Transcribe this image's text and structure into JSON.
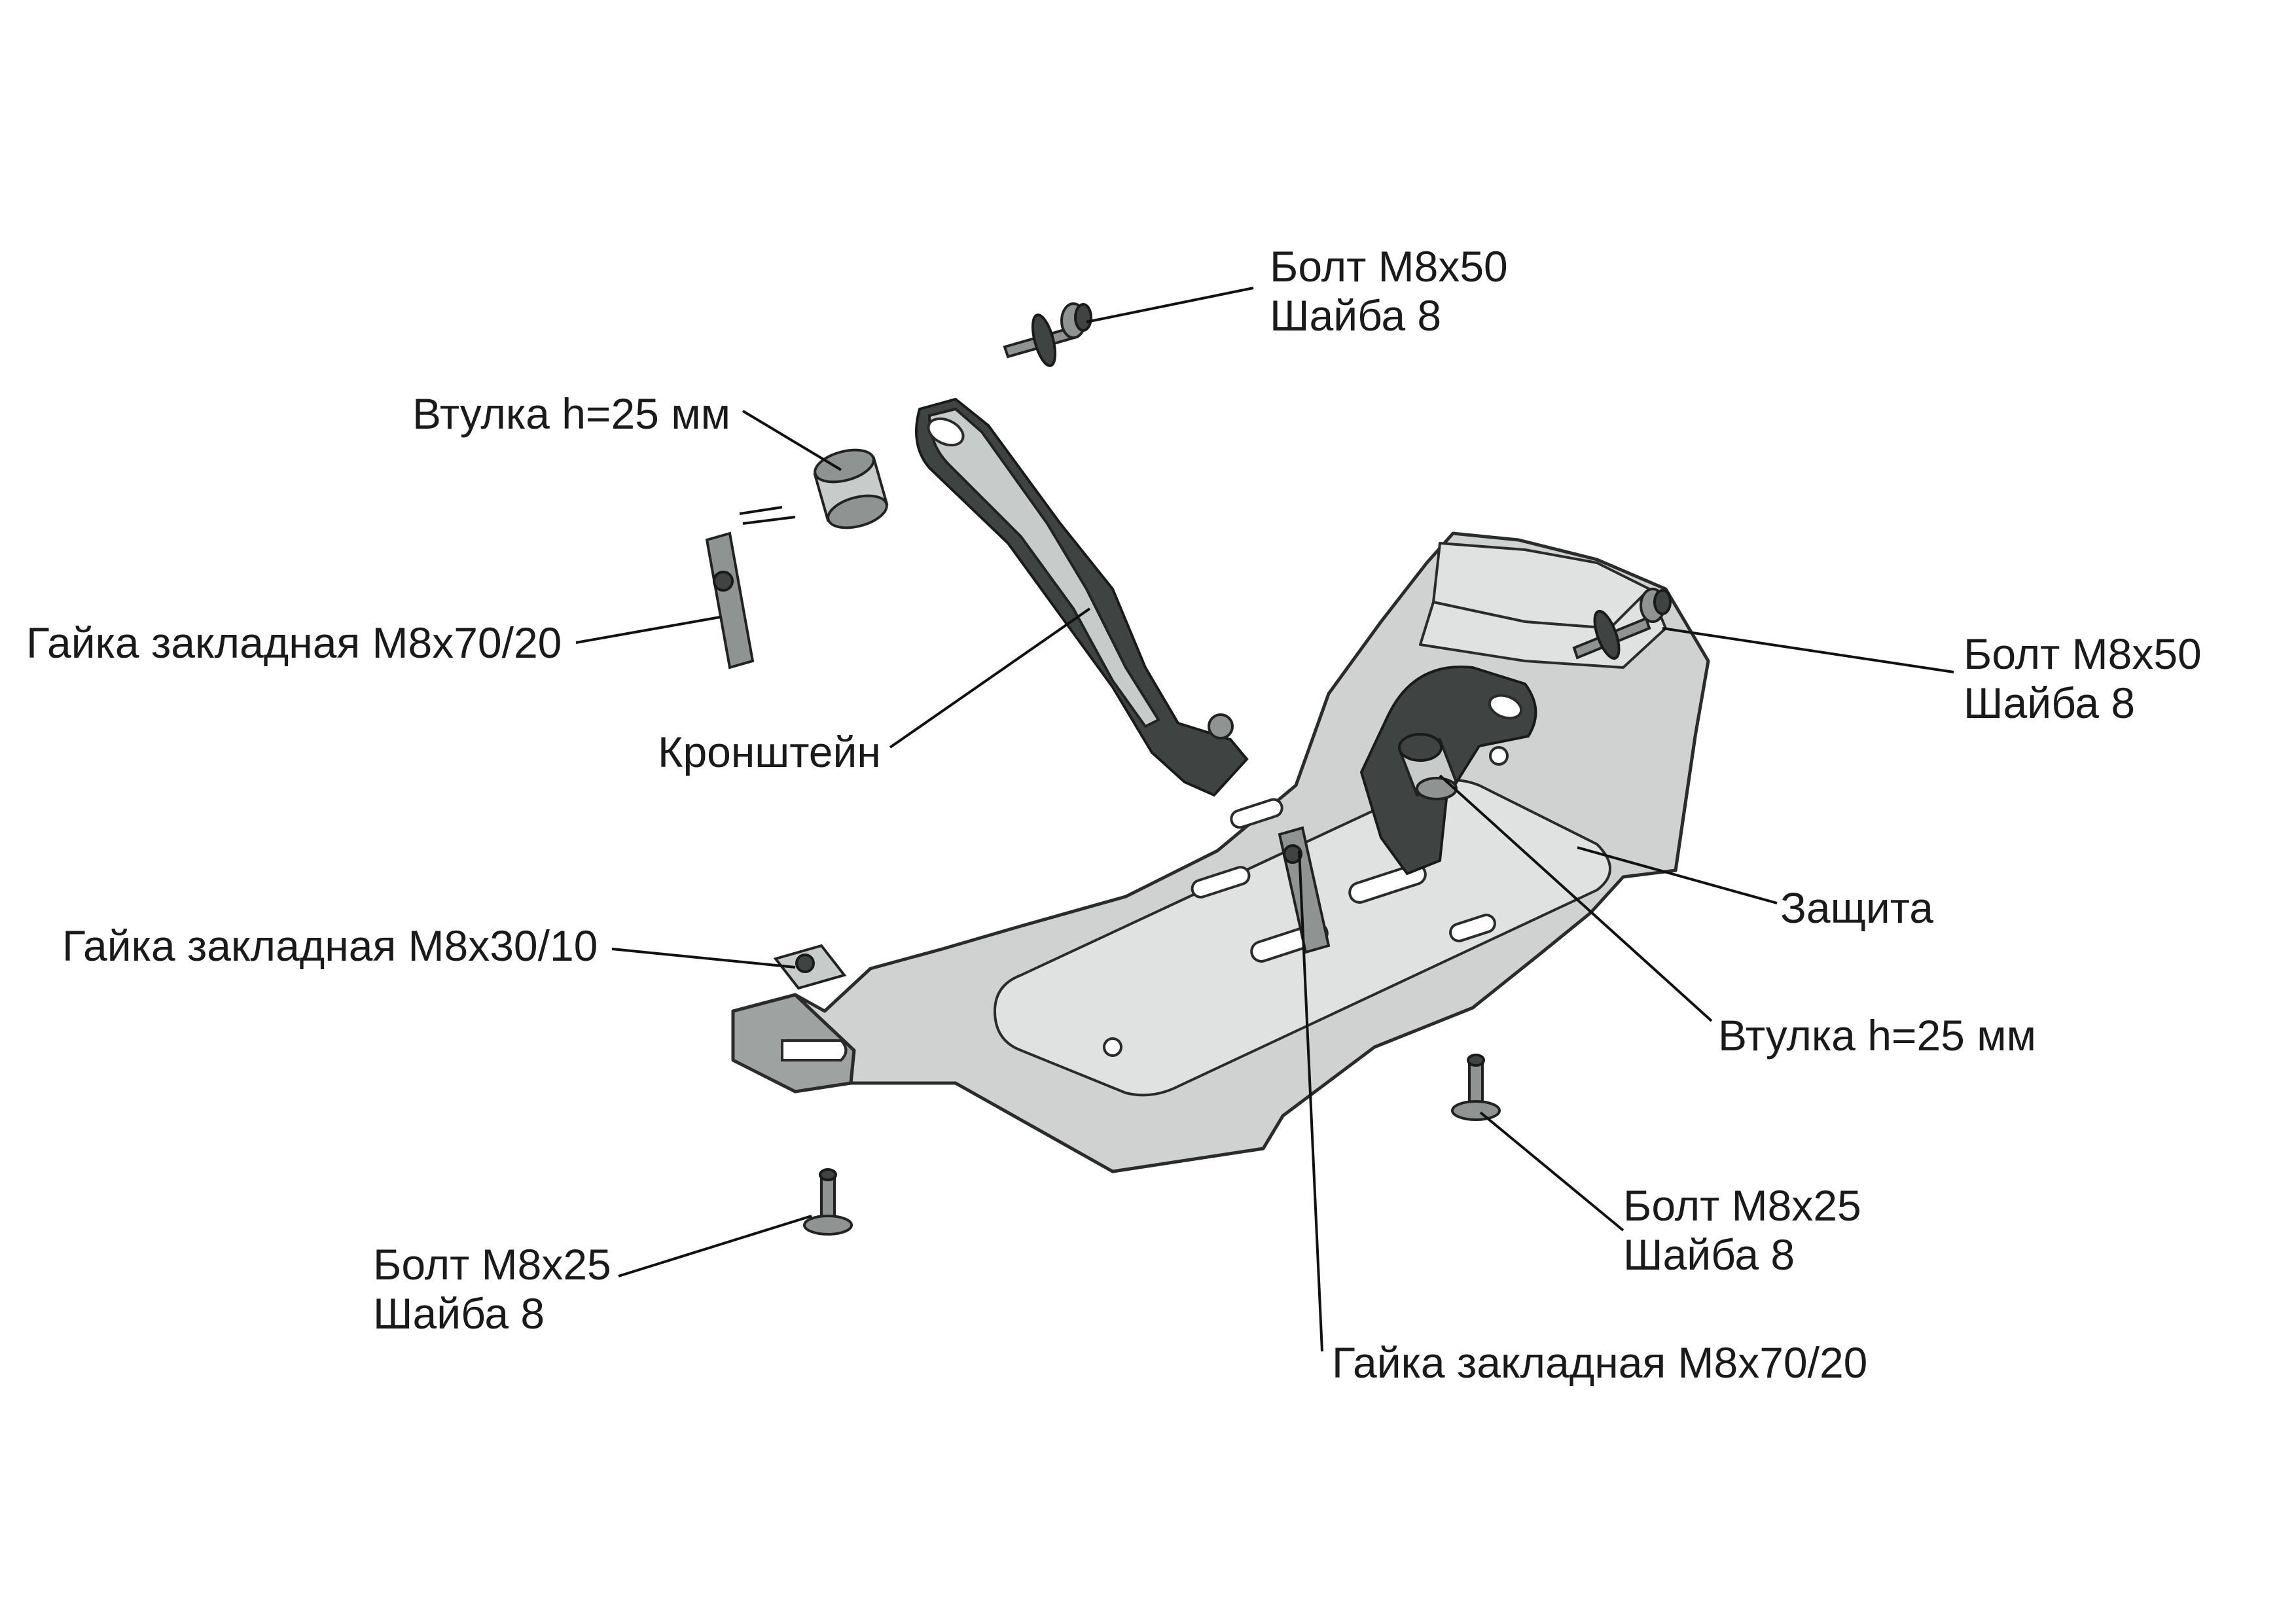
{
  "labels": {
    "bolt_top": [
      "Болт М8х50",
      "Шайба 8"
    ],
    "bushing_left": "Втулка h=25 мм",
    "nut_left_long": "Гайка закладная М8х70/20",
    "bracket": "Кронштейн",
    "bolt_right": [
      "Болт М8х50",
      "Шайба 8"
    ],
    "protection": "Защита",
    "nut_short": "Гайка закладная М8х30/10",
    "bushing_right": "Втулка h=25 мм",
    "bolt_bottom_right": [
      "Болт М8х25",
      "Шайба 8"
    ],
    "bolt_bottom_left": [
      "Болт М8х25",
      "Шайба 8"
    ],
    "nut_bottom_long": "Гайка закладная М8х70/20"
  }
}
